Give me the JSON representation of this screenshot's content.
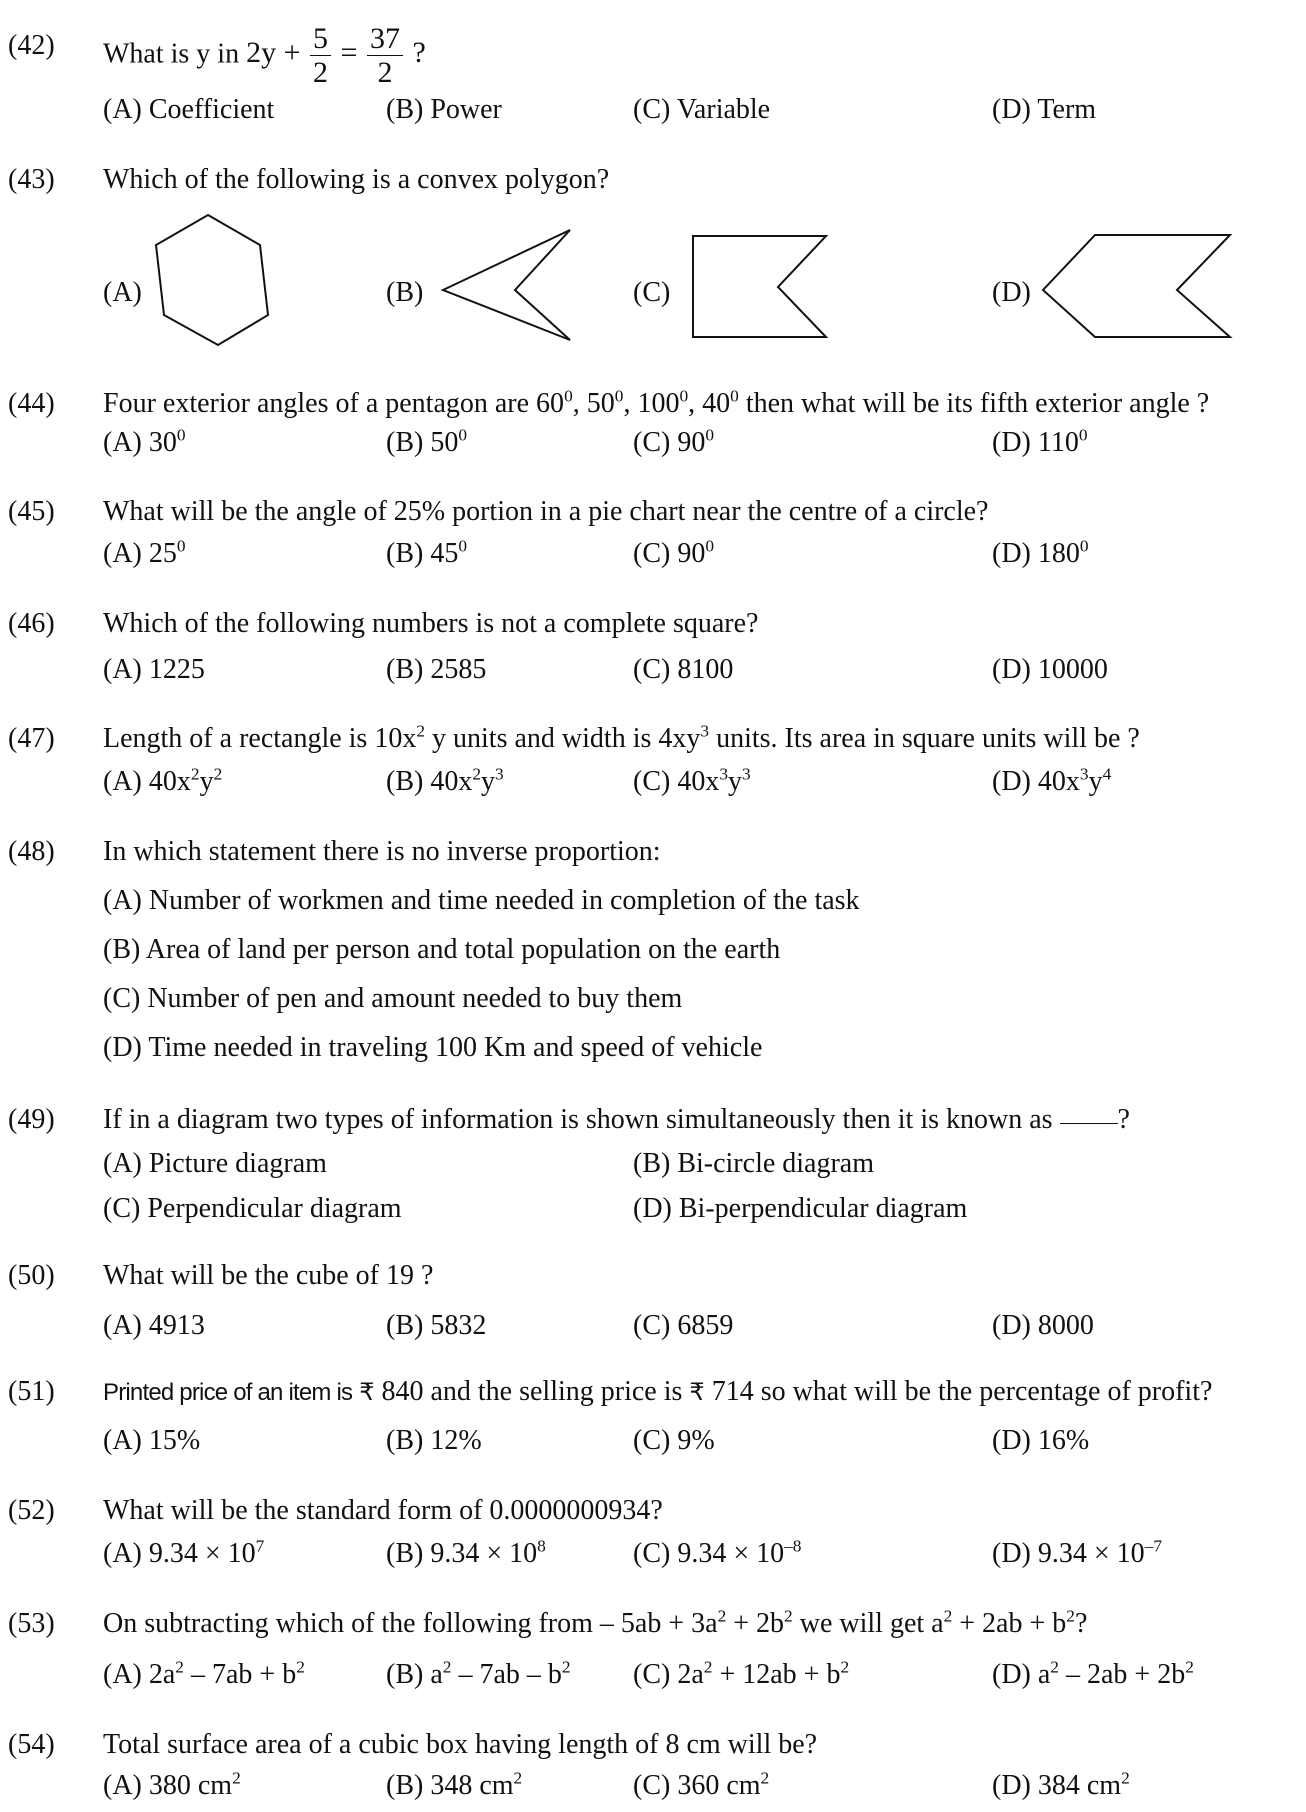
{
  "questions": [
    {
      "num": "(42)",
      "stem_prefix": "What is y in",
      "eq": {
        "lhs": "2y +",
        "num1": "5",
        "den1": "2",
        "equals": "=",
        "num2": "37",
        "den2": "2",
        "tail": "?"
      },
      "options": [
        "(A) Coefficient",
        "(B) Power",
        "(C) Variable",
        "(D) Term"
      ]
    },
    {
      "num": "(43)",
      "stem": "Which of the following is a convex polygon?",
      "options": [
        "(A)",
        "(B)",
        "(C)",
        "(D)"
      ]
    },
    {
      "num": "(44)",
      "stem_parts": [
        "Four exterior angles of a pentagon are 60",
        "0",
        ", 50",
        "0",
        ", 100",
        "0",
        ", 40",
        "0",
        " then what will be its fifth exterior angle ?"
      ],
      "options": [
        {
          "v": "(A) 30",
          "s": "0"
        },
        {
          "v": "(B) 50",
          "s": "0"
        },
        {
          "v": "(C) 90",
          "s": "0"
        },
        {
          "v": "(D) 110",
          "s": "0"
        }
      ]
    },
    {
      "num": "(45)",
      "stem": "What will be the angle of 25% portion in a pie chart near the centre of a circle?",
      "options": [
        {
          "v": "(A) 25",
          "s": "0"
        },
        {
          "v": "(B) 45",
          "s": "0"
        },
        {
          "v": "(C) 90",
          "s": "0"
        },
        {
          "v": "(D) 180",
          "s": "0"
        }
      ]
    },
    {
      "num": "(46)",
      "stem": "Which of the following numbers is not a complete square?",
      "options": [
        "(A) 1225",
        "(B) 2585",
        "(C) 8100",
        "(D) 10000"
      ]
    },
    {
      "num": "(47)",
      "stem_parts": [
        "Length of a rectangle is 10x",
        "2",
        " y units and width is 4xy",
        "3",
        " units. Its area in square units will be ?"
      ],
      "options": [
        {
          "a": "(A) 40x",
          "e1": "2",
          "b": "y",
          "e2": "2"
        },
        {
          "a": "(B) 40x",
          "e1": "2",
          "b": "y",
          "e2": "3"
        },
        {
          "a": "(C) 40x",
          "e1": "3",
          "b": "y",
          "e2": "3"
        },
        {
          "a": "(D) 40x",
          "e1": "3",
          "b": "y",
          "e2": "4"
        }
      ]
    },
    {
      "num": "(48)",
      "stem": "In which statement there is no inverse proportion:",
      "options": [
        "(A) Number of workmen and time needed in completion of the task",
        "(B) Area of land per person and total population on the earth",
        "(C) Number of pen and amount needed to buy them",
        "(D) Time needed in traveling 100 Km and speed of vehicle"
      ]
    },
    {
      "num": "(49)",
      "stem": "If in a diagram two types of information is shown simultaneously then it is known as",
      "stem_tail": "?",
      "options": [
        "(A) Picture diagram",
        "(B) Bi-circle diagram",
        "(C) Perpendicular diagram",
        "(D) Bi-perpendicular diagram"
      ]
    },
    {
      "num": "(50)",
      "stem": "What will be the cube of 19 ?",
      "options": [
        "(A) 4913",
        "(B) 5832",
        "(C) 6859",
        "(D) 8000"
      ]
    },
    {
      "num": "(51)",
      "stem_a": "Printed price of an item is",
      "rupee": "₹",
      "price1": " 840 and the selling price is ",
      "price2": " 714 so what will be the percentage of profit?",
      "options": [
        "(A) 15%",
        "(B) 12%",
        "(C) 9%",
        "(D) 16%"
      ]
    },
    {
      "num": "(52)",
      "stem": "What will be the standard form of 0.0000000934?",
      "options": [
        {
          "v": "(A) 9.34 × 10",
          "s": "7"
        },
        {
          "v": "(B) 9.34 × 10",
          "s": "8"
        },
        {
          "v": "(C) 9.34 × 10",
          "s": "–8"
        },
        {
          "v": "(D) 9.34 × 10",
          "s": "–7"
        }
      ]
    },
    {
      "num": "(53)",
      "stem_parts": [
        "On subtracting which of the following from  – 5ab + 3a",
        "2",
        " + 2b",
        "2",
        "  we will get a",
        "2",
        " + 2ab + b",
        "2",
        "?"
      ],
      "options": [
        [
          "(A) 2a",
          "2",
          " – 7ab + b",
          "2"
        ],
        [
          "(B) a",
          "2",
          " – 7ab – b",
          "2"
        ],
        [
          "(C) 2a",
          "2",
          " + 12ab + b",
          "2"
        ],
        [
          "(D) a",
          "2",
          " – 2ab + 2b",
          "2"
        ]
      ]
    },
    {
      "num": "(54)",
      "stem": "Total surface area of a cubic box having length of 8 cm will be?",
      "options": [
        {
          "v": "(A) 380 cm",
          "s": "2"
        },
        {
          "v": "(B) 348 cm",
          "s": "2"
        },
        {
          "v": "(C) 360 cm",
          "s": "2"
        },
        {
          "v": "(D) 384 cm",
          "s": "2"
        }
      ]
    }
  ]
}
